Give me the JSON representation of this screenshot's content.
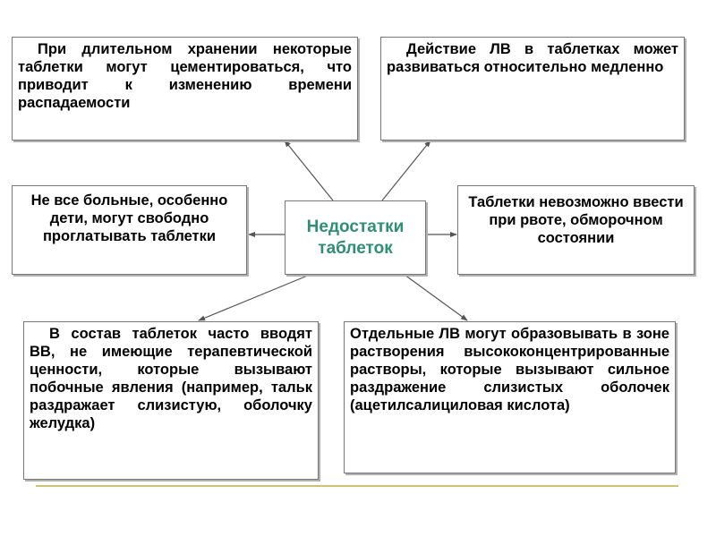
{
  "diagram": {
    "center": {
      "title": "Недостатки таблеток"
    },
    "boxes": {
      "top_left": "При длительном хранении некоторые таблетки могут цементироваться, что приводит к изменению времени распадаемости",
      "top_right": "Действие ЛВ в таблетках может развиваться относительно медленно",
      "middle_left": "Не все больные, особенно дети, могут свободно проглатывать таблетки",
      "middle_right": "Таблетки невозможно ввести при рвоте, обморочном состоянии",
      "bottom_left": "В состав таблеток часто вводят ВВ, не имеющие терапевтической ценности, которые вызывают побочные явления (например, тальк раздражает слизистую, оболочку желудка)",
      "bottom_right": "Отдельные ЛВ могут образовывать в зоне растворения высококонцентрированные растворы, которые вызывают сильное раздражение слизистых оболочек (ацетилсалициловая кислота)"
    },
    "colors": {
      "center_text": "#2f8f76",
      "border": "#777777",
      "arrow": "#555555",
      "footer_rule": "#d3c06e"
    }
  }
}
